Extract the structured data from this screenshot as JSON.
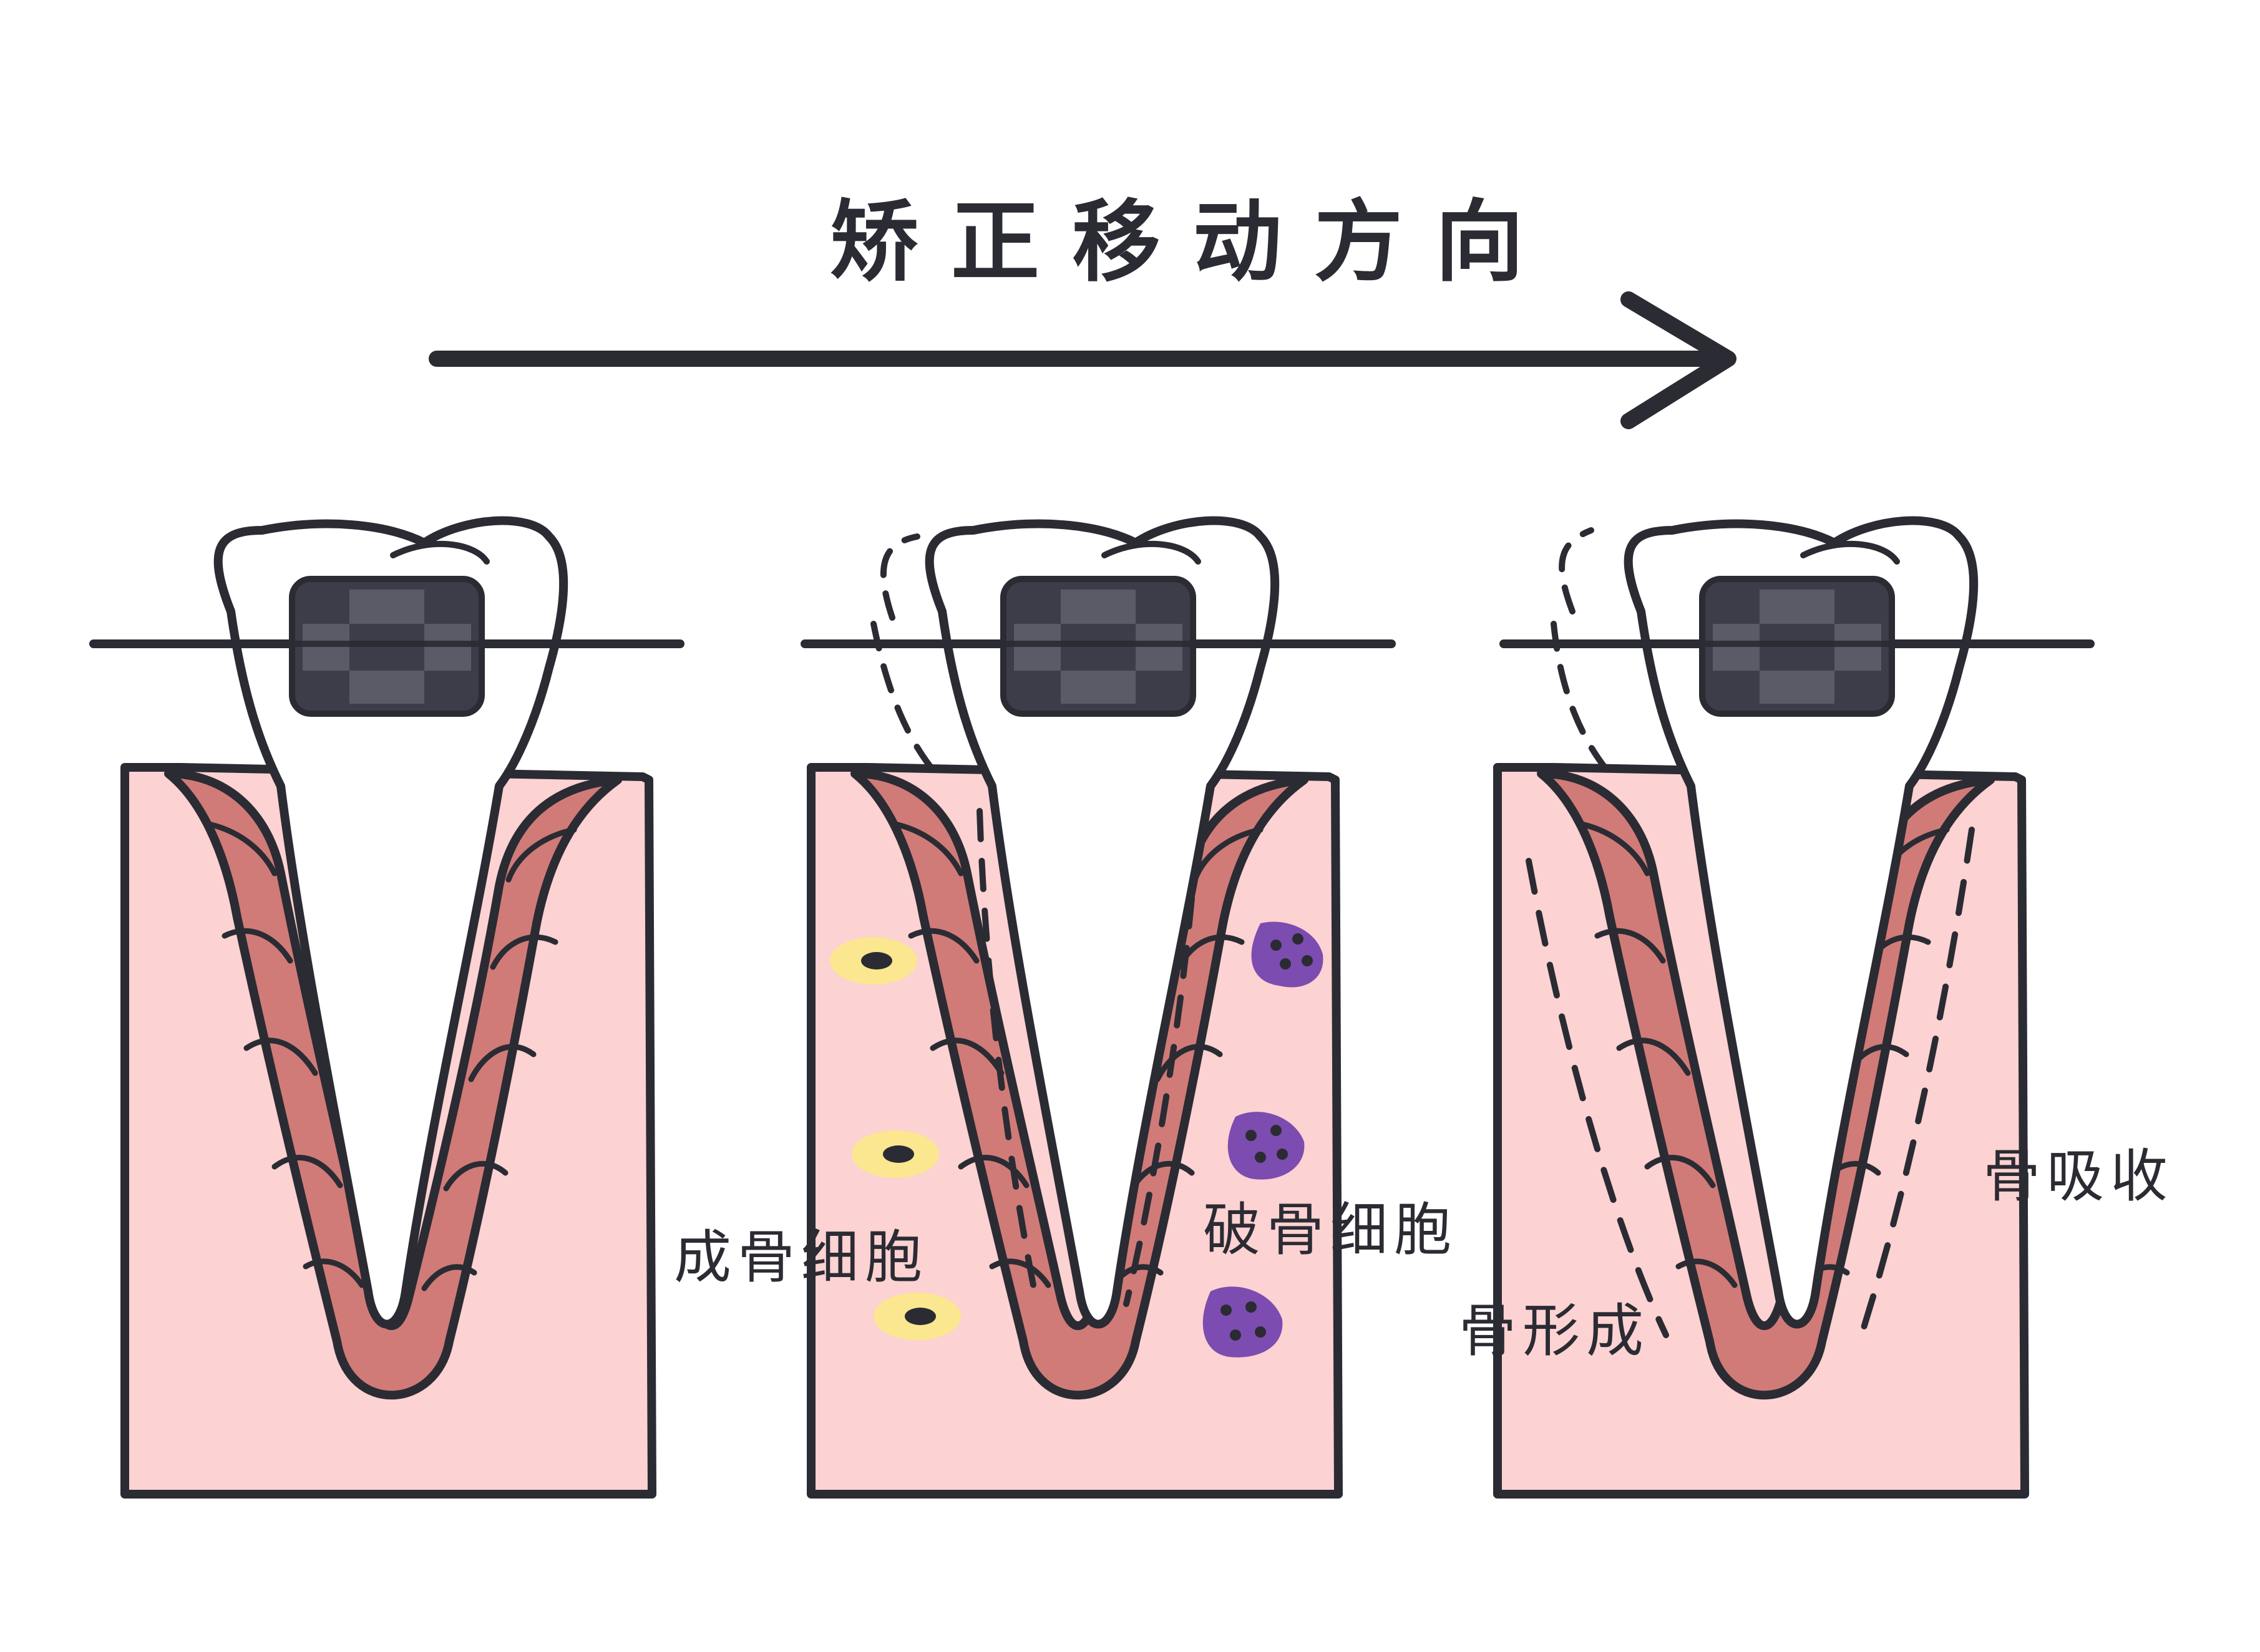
{
  "title": "矫正移动方向",
  "labels": {
    "osteoblast": "成骨细胞",
    "osteoclast": "破骨细胞",
    "bone_formation": "骨形成",
    "bone_resorption": "骨吸收"
  },
  "colors": {
    "bone": "#fcd2d2",
    "ligament": "#d07b78",
    "tooth": "#ffffff",
    "bracket": "#3d3d4a",
    "outline": "#2b2b33",
    "osteoblast_cell": "#fbe78f",
    "osteoclast_cell": "#7d4cb0"
  }
}
